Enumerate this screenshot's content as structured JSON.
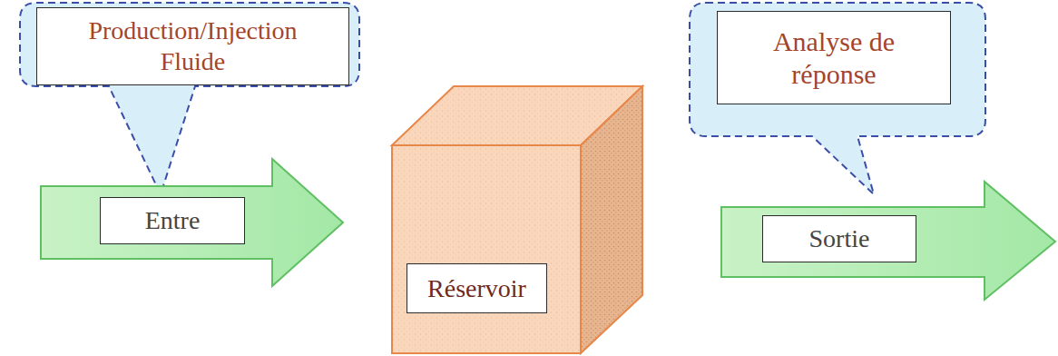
{
  "diagram": {
    "nodes": [
      {
        "text": [
          "Production/Injection Fluide"
        ]
      },
      {
        "text": [
          "Entre"
        ]
      },
      {
        "text": [
          "Réservoir"
        ]
      },
      {
        "text": [
          "Analyse de réponse"
        ]
      },
      {
        "text": [
          "Sortie"
        ]
      }
    ]
  }
}
